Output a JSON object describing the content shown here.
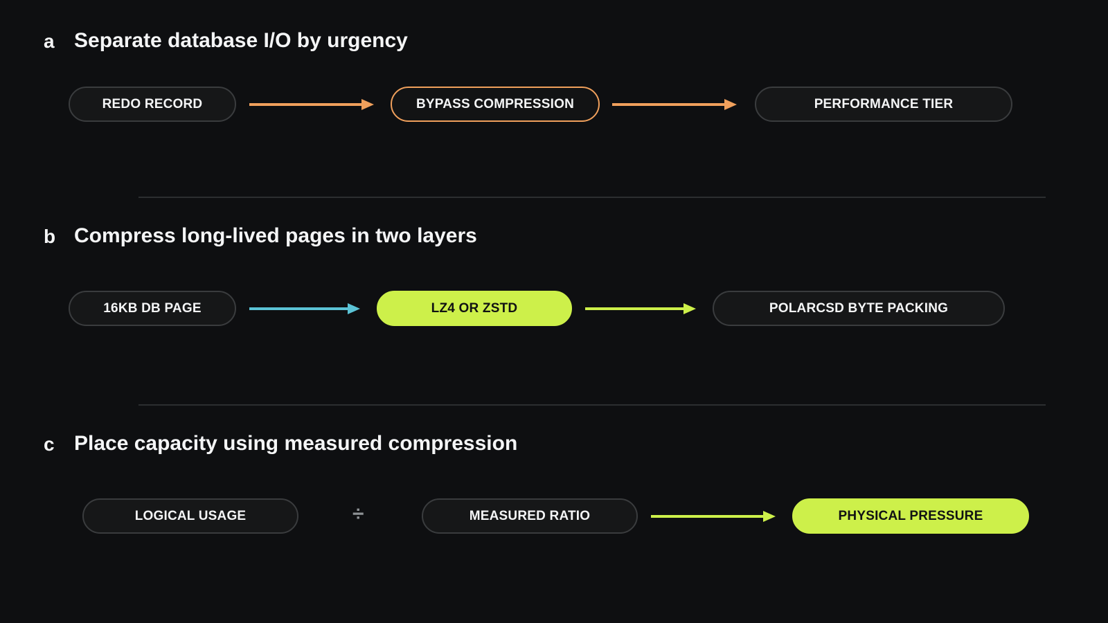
{
  "colors": {
    "background": "#0e0f11",
    "orange": "#f0a05c",
    "cyan": "#5bc3d6",
    "lime": "#cdf04a",
    "pill_border": "#3a3c3e",
    "divider": "#2c2e30"
  },
  "panels": [
    {
      "letter": "a",
      "title": "Separate database I/O by urgency",
      "nodes": [
        "REDO RECORD",
        "BYPASS COMPRESSION",
        "PERFORMANCE TIER"
      ]
    },
    {
      "letter": "b",
      "title": "Compress long-lived pages in two layers",
      "nodes": [
        "16KB DB PAGE",
        "LZ4 OR ZSTD",
        "POLARCSD BYTE PACKING"
      ]
    },
    {
      "letter": "c",
      "title": "Place capacity using measured compression",
      "nodes": [
        "LOGICAL USAGE",
        "MEASURED RATIO",
        "PHYSICAL PRESSURE"
      ],
      "operator": "÷"
    }
  ]
}
